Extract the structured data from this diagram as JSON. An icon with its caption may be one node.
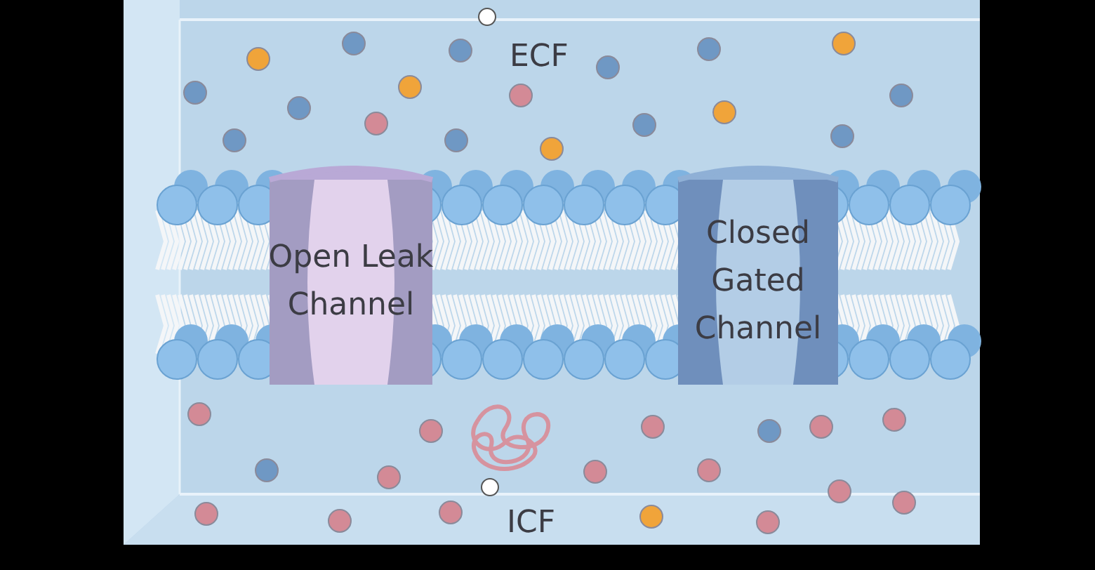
{
  "diagram": {
    "nodes": [
      {
        "text": [
          "Open Leak Channel"
        ]
      },
      {
        "text": [
          "Closed Gated Channel"
        ]
      }
    ],
    "labels": [
      "ECF",
      "ICF"
    ]
  }
}
